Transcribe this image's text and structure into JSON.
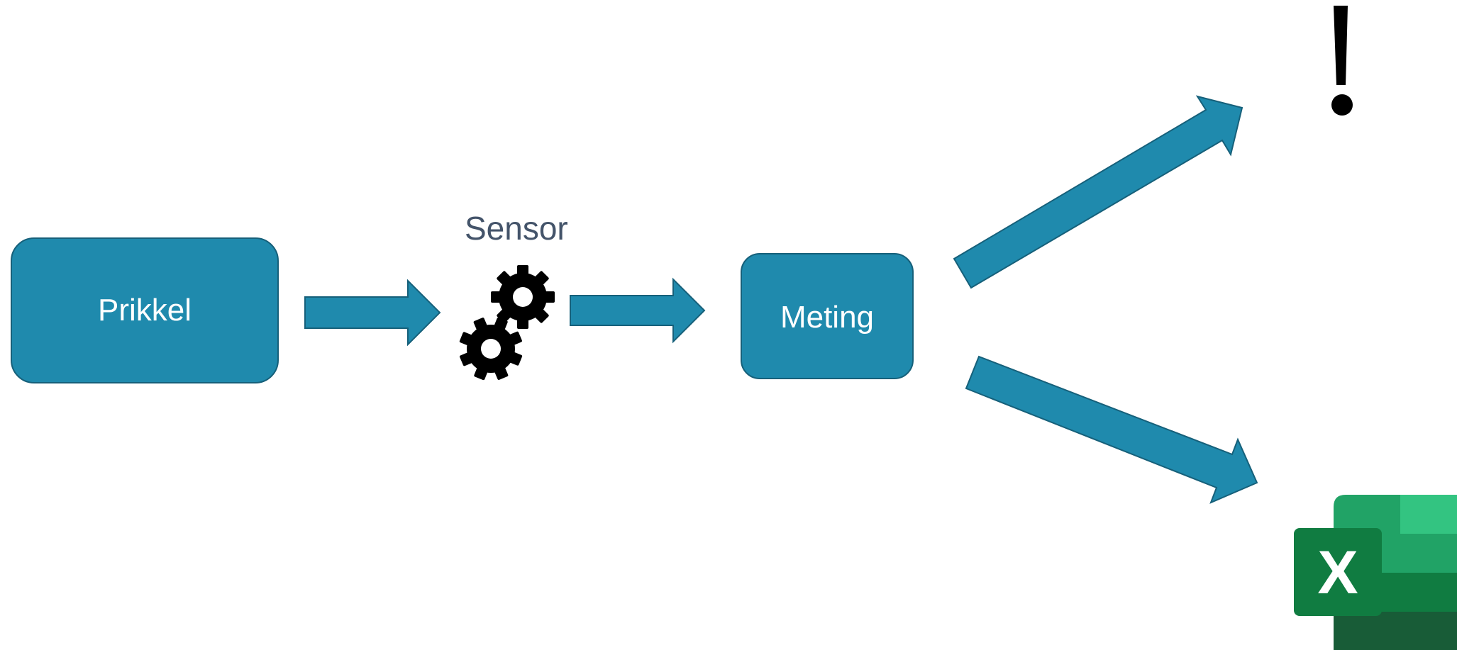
{
  "nodes": {
    "prikkel": "Prikkel",
    "sensor": "Sensor",
    "meting": "Meting"
  },
  "icons": {
    "gears": "gears-icon",
    "alert": "exclamation-icon",
    "spreadsheet": "excel-icon",
    "spreadsheet_letter": "X"
  },
  "colors": {
    "box_fill": "#1f8aad",
    "box_stroke": "#16607a",
    "sensor_text": "#44546a",
    "excel_dark": "#107c41",
    "excel_mid": "#21a366",
    "excel_light": "#33c481",
    "excel_deep": "#185c37"
  }
}
